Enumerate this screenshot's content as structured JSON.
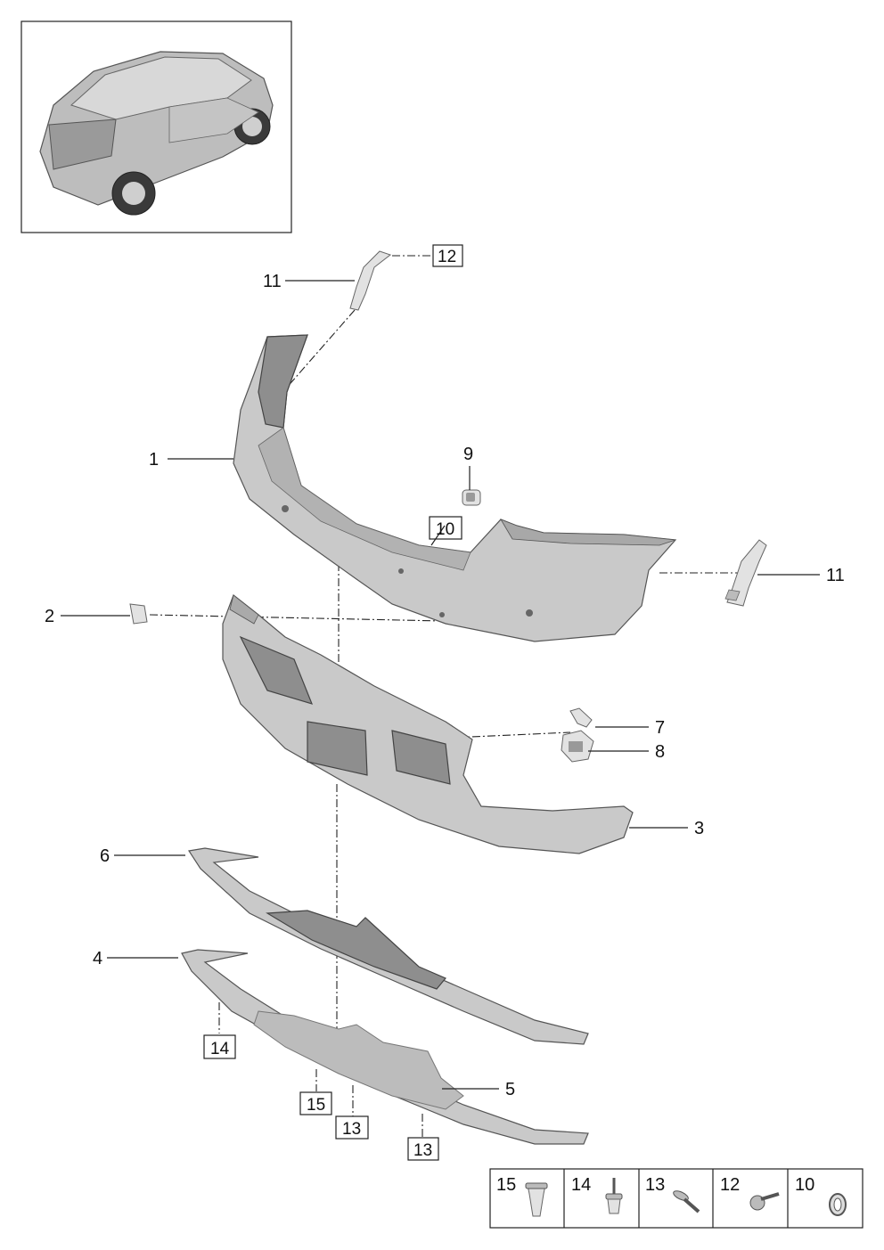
{
  "callouts": {
    "c1": "1",
    "c2": "2",
    "c3": "3",
    "c4": "4",
    "c5": "5",
    "c6": "6",
    "c7": "7",
    "c8": "8",
    "c9": "9",
    "c10": "10",
    "c11a": "11",
    "c11b": "11",
    "c12": "12",
    "c13a": "13",
    "c13b": "13",
    "c14": "14",
    "c15": "15"
  },
  "legend": {
    "items": [
      {
        "label": "15",
        "icon": "push-rivet-icon"
      },
      {
        "label": "14",
        "icon": "expanding-rivet-icon"
      },
      {
        "label": "13",
        "icon": "screw-icon"
      },
      {
        "label": "12",
        "icon": "flange-bolt-icon"
      },
      {
        "label": "10",
        "icon": "grommet-ring-icon"
      }
    ]
  }
}
